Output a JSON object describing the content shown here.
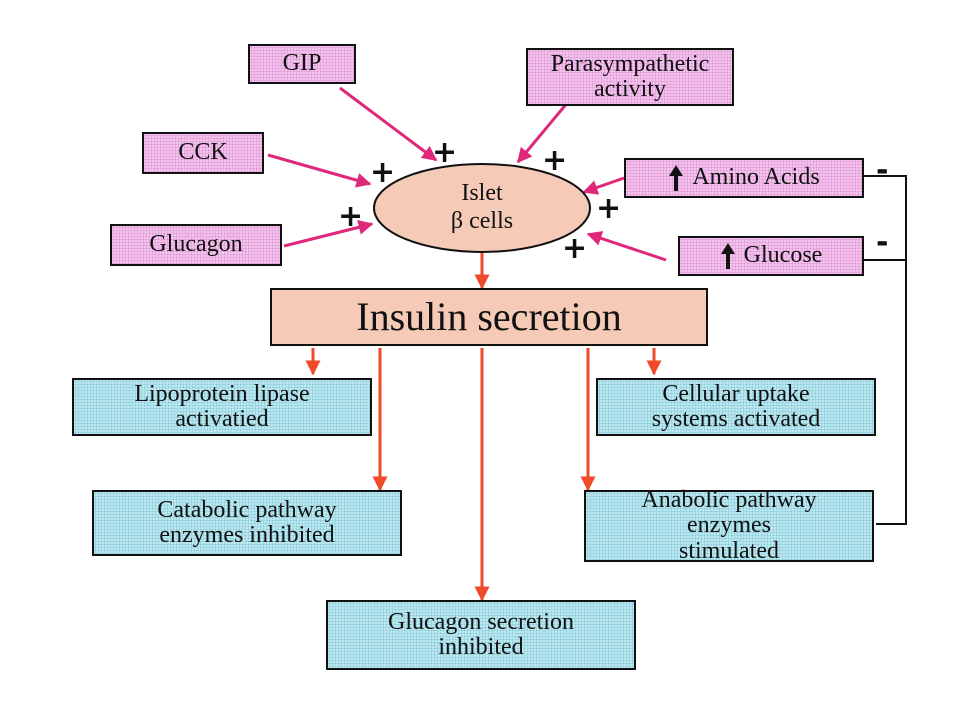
{
  "stimuli": {
    "gip": "GIP",
    "parasympathetic_line1": "Parasympathetic",
    "parasympathetic_line2": "activity",
    "cck": "CCK",
    "glucagon": "Glucagon",
    "amino_acids": "Amino Acids",
    "glucose": "Glucose",
    "up_arrow_icon": "up-arrow-icon"
  },
  "islet": {
    "line1": "Islet",
    "line2": "β cells",
    "fill": "#f5cbb8"
  },
  "insulin": {
    "label": "Insulin secretion"
  },
  "effects": {
    "lipoprotein_line1": "Lipoprotein lipase",
    "lipoprotein_line2": "activatied",
    "cellular_line1": "Cellular uptake",
    "cellular_line2": "systems activated",
    "catabolic_line1": "Catabolic pathway",
    "catabolic_line2": "enzymes inhibited",
    "anabolic_line1": "Anabolic pathway",
    "anabolic_line2": "enzymes",
    "anabolic_line3": "stimulated",
    "glucagon_inhib_line1": "Glucagon secretion",
    "glucagon_inhib_line2": "inhibited"
  },
  "signs": {
    "plus": "+",
    "minus": "-"
  },
  "colors": {
    "stimulus_box": "#f2c6ec",
    "effect_box": "#bfe8f0",
    "insulin_box": "#f5cbb8",
    "magenta_arrow": "#e0287a",
    "red_arrow": "#f04a28"
  }
}
